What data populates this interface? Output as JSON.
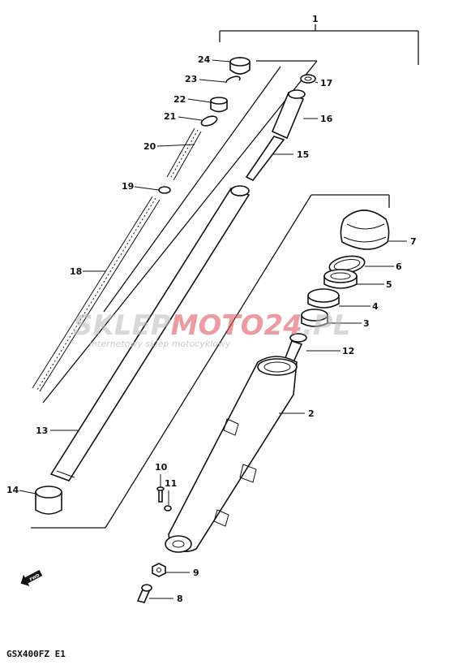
{
  "diagram": {
    "model_code": "GSX400FZ E1",
    "front_arrow_label": "FWD",
    "watermark": {
      "brand_part1": "SKLEP",
      "brand_part2": "MOTO24",
      "brand_part3": ".PL",
      "tagline": "internetowy sklep motocyklowy"
    },
    "callouts": [
      {
        "id": "c1",
        "label": "1"
      },
      {
        "id": "c2",
        "label": "2"
      },
      {
        "id": "c3",
        "label": "3"
      },
      {
        "id": "c4",
        "label": "4"
      },
      {
        "id": "c5",
        "label": "5"
      },
      {
        "id": "c6",
        "label": "6"
      },
      {
        "id": "c7",
        "label": "7"
      },
      {
        "id": "c8",
        "label": "8"
      },
      {
        "id": "c9",
        "label": "9"
      },
      {
        "id": "c10",
        "label": "10"
      },
      {
        "id": "c11",
        "label": "11"
      },
      {
        "id": "c12",
        "label": "12"
      },
      {
        "id": "c13",
        "label": "13"
      },
      {
        "id": "c14",
        "label": "14"
      },
      {
        "id": "c15",
        "label": "15"
      },
      {
        "id": "c16",
        "label": "16"
      },
      {
        "id": "c17",
        "label": "17"
      },
      {
        "id": "c18",
        "label": "18"
      },
      {
        "id": "c19",
        "label": "19"
      },
      {
        "id": "c20",
        "label": "20"
      },
      {
        "id": "c21",
        "label": "21"
      },
      {
        "id": "c22",
        "label": "22"
      },
      {
        "id": "c23",
        "label": "23"
      },
      {
        "id": "c24",
        "label": "24"
      }
    ]
  }
}
